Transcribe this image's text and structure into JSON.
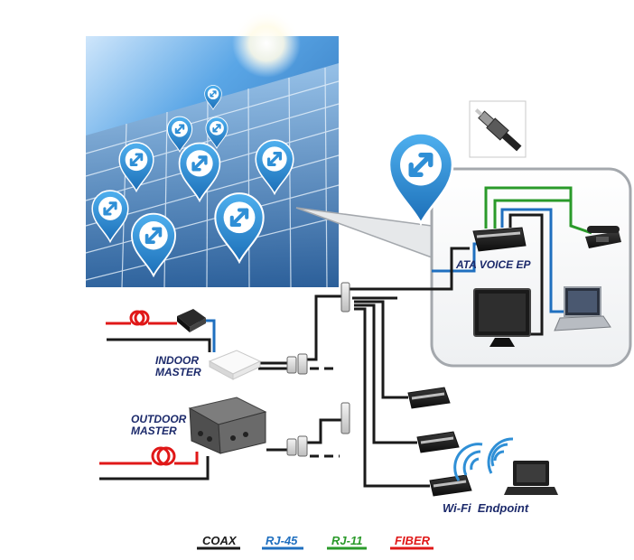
{
  "labels": {
    "ata_voice_ep": "ATA VOICE EP",
    "indoor_master_line1": "INDOOR",
    "indoor_master_line2": "MASTER",
    "outdoor_master_line1": "OUTDOOR",
    "outdoor_master_line2": "MASTER",
    "wifi_endpoint": "Wi-Fi  Endpoint"
  },
  "legend": [
    {
      "label": "COAX",
      "color": "#1a1a1a"
    },
    {
      "label": "RJ-45",
      "color": "#1f6fbf"
    },
    {
      "label": "RJ-11",
      "color": "#2a9a2a"
    },
    {
      "label": "FIBER",
      "color": "#e01818"
    }
  ],
  "colors": {
    "coax": "#1a1a1a",
    "rj45": "#1f6fbf",
    "rj11": "#2a9a2a",
    "fiber": "#e01818",
    "pin": "#2f8fd6",
    "label_text": "#1c2a6b"
  },
  "icons": [
    "building-photo",
    "location-pin-icon",
    "telephone-icon",
    "laptop-icon",
    "tv-monitor-icon",
    "coax-connector-icon",
    "wifi-icon"
  ]
}
